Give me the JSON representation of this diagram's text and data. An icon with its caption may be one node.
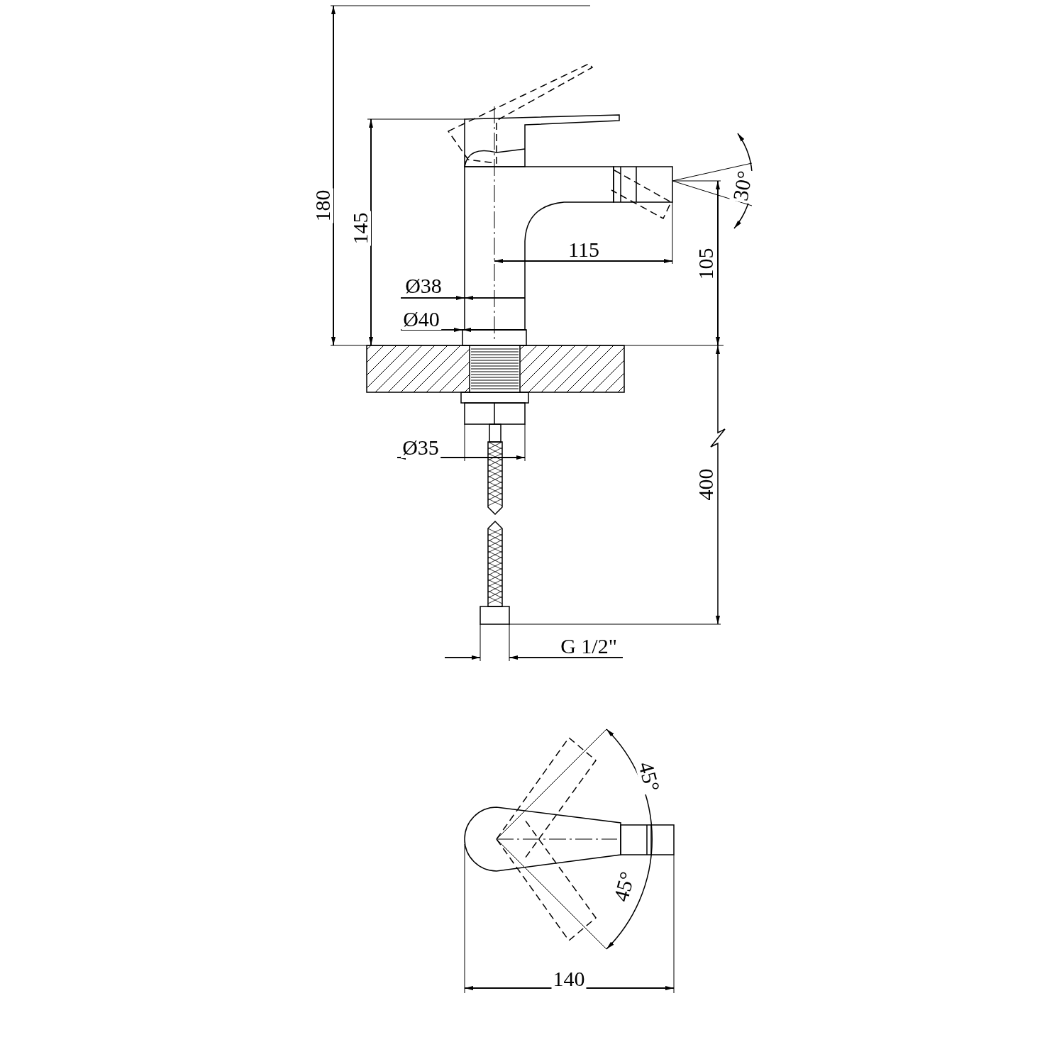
{
  "diagram": {
    "labels": [
      "180",
      "145",
      "30°",
      "115",
      "105",
      "Ø38",
      "Ø40",
      "Ø35",
      "400",
      "G 1/2\"",
      "45°",
      "45°",
      "140"
    ]
  }
}
